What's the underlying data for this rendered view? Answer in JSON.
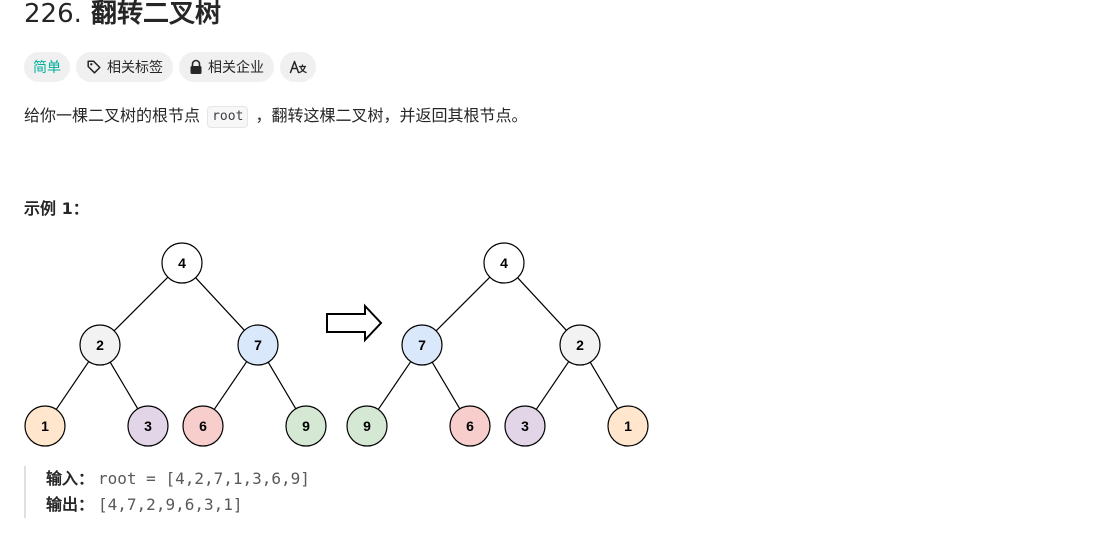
{
  "problem": {
    "number": "226.",
    "title": "翻转二叉树"
  },
  "tags": {
    "difficulty": "简单",
    "related_topics": "相关标签",
    "related_companies": "相关企业",
    "font_toggle": "A"
  },
  "description": {
    "before": "给你一棵二叉树的根节点",
    "code": "root",
    "after": "，翻转这棵二叉树，并返回其根节点。"
  },
  "example": {
    "title": "示例 1：",
    "input_label": "输入：",
    "input_value": "root = [4,2,7,1,3,6,9]",
    "output_label": "输出：",
    "output_value": "[4,7,2,9,6,3,1]"
  },
  "diagram": {
    "before_tree": {
      "root": "4",
      "left": "2",
      "right": "7",
      "left_left": "1",
      "left_right": "3",
      "right_left": "6",
      "right_right": "9"
    },
    "after_tree": {
      "root": "4",
      "left": "7",
      "right": "2",
      "left_left": "9",
      "left_right": "6",
      "right_left": "3",
      "right_right": "1"
    },
    "colors": {
      "white": "#ffffff",
      "gray": "#f2f2f2",
      "blue": "#dae8fc",
      "orange": "#ffe6cc",
      "purple": "#e1d5e7",
      "red": "#f8cecc",
      "green": "#d5e8d4",
      "stroke": "#000000"
    }
  }
}
